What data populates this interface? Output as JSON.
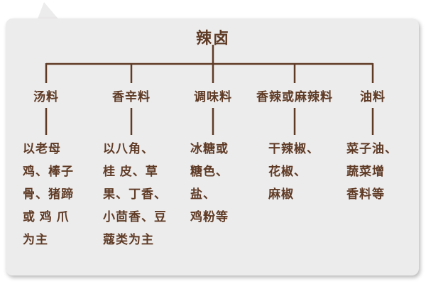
{
  "diagram": {
    "title": "辣卤",
    "colors": {
      "text": "#5f3b26",
      "line": "#5f3b26",
      "card_bg": "#edecec",
      "page_bg": "#ffffff"
    },
    "branches": [
      {
        "label": "汤料",
        "desc": "以老母\n鸡、棒子\n骨、猪蹄\n或 鸡 爪\n为主"
      },
      {
        "label": "香辛料",
        "desc": "以八角、\n桂 皮、草\n果、丁香、\n小茴香、豆\n蔻类为主"
      },
      {
        "label": "调味料",
        "desc": "冰糖或\n糖色、\n盐、\n鸡粉等"
      },
      {
        "label": "香辣或麻辣料",
        "desc": "干辣椒、\n花椒、\n麻椒"
      },
      {
        "label": "油料",
        "desc": "菜子油、\n蔬菜增\n香料等"
      }
    ]
  }
}
